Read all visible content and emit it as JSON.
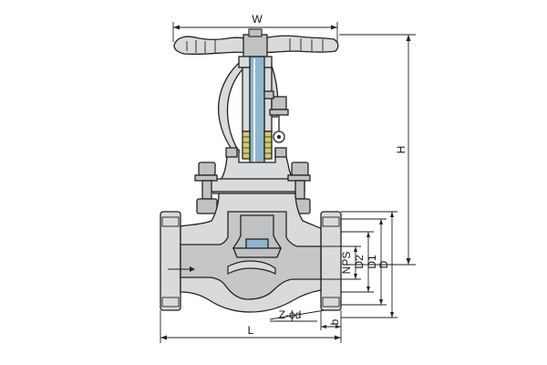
{
  "drawing": {
    "title": "",
    "colors": {
      "outline": "#222222",
      "body_fill": "#d9dadb",
      "cavity_fill": "#c4c6c8",
      "stem_fill": "#8fb6cf",
      "packing_fill": "#d4c96a",
      "nut_fill": "#bfc1c3",
      "background": "#ffffff"
    },
    "dimensions": {
      "width": "W",
      "height": "H",
      "length": "L",
      "nominal_size": "NPS",
      "d2": "D2",
      "d1": "D1",
      "d": "D",
      "bolt_holes": "Z-ϕd",
      "flange_thickness": "b"
    },
    "parts": [
      "handwheel",
      "stem",
      "yoke",
      "bonnet",
      "packing",
      "gland-bolts",
      "body",
      "disc",
      "inlet-flange",
      "outlet-flange"
    ]
  }
}
